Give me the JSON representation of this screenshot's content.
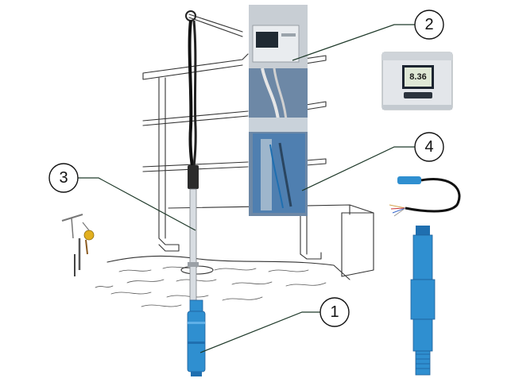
{
  "callouts": {
    "c1": "1",
    "c2": "2",
    "c3": "3",
    "c4": "4"
  },
  "transmitter_display": {
    "reading": "8.36"
  },
  "colors": {
    "sensor_blue": "#2f8fd0",
    "sensor_dark_blue": "#1f5f9a",
    "photo_blue": "#4f7fb0",
    "line_dark": "#1f3a2a"
  }
}
